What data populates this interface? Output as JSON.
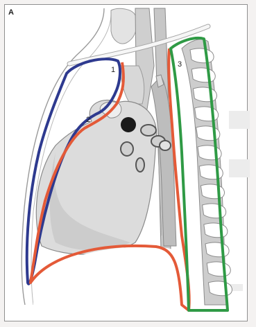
{
  "panel_letter": "A",
  "region_labels": [
    "1",
    "2",
    "3"
  ],
  "colors": {
    "anterior_compartment": "#2e3a8f",
    "middle_compartment": "#e45a38",
    "posterior_compartment": "#2f9a45",
    "tissue": "#d5d5d5",
    "bone": "#ffffff",
    "background_watermark": "#e6e6e6"
  }
}
